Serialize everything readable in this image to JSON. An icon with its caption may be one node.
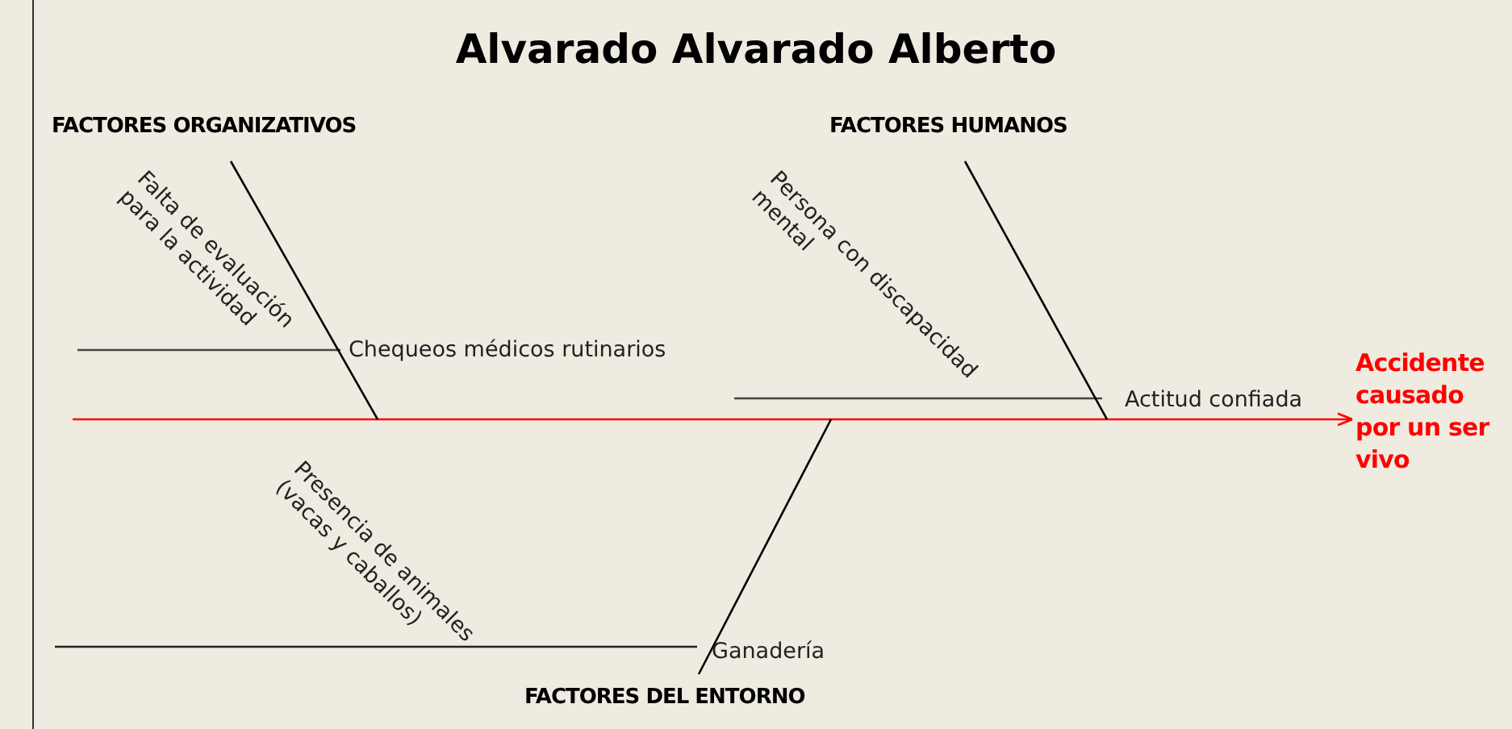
{
  "diagram": {
    "title": "Alvarado Alvarado Alberto",
    "nodes": [
      {
        "text": [
          "FACTORES ORGANIZATIVOS"
        ]
      },
      {
        "text": [
          "FACTORES HUMANOS"
        ]
      },
      {
        "text": [
          "FACTORES DEL ENTORNO"
        ]
      },
      {
        "text": [
          "Accidente causado por un ser vivo"
        ]
      }
    ],
    "edges": [
      {
        "from": null,
        "to": 3,
        "arrow": "to",
        "color": "#ff0000"
      },
      {
        "from": 0,
        "to": null,
        "arrow": "none"
      },
      {
        "from": 1,
        "to": null,
        "arrow": "none"
      },
      {
        "from": 2,
        "to": null,
        "arrow": "none"
      }
    ],
    "labels": [
      "Falta de evaluación para la actividad",
      "Chequeos médicos rutinarios",
      "Persona con discapacidad mental",
      "Actitud confiada",
      "Presencia de animales (vacas y caballos)",
      "Ganadería"
    ]
  }
}
